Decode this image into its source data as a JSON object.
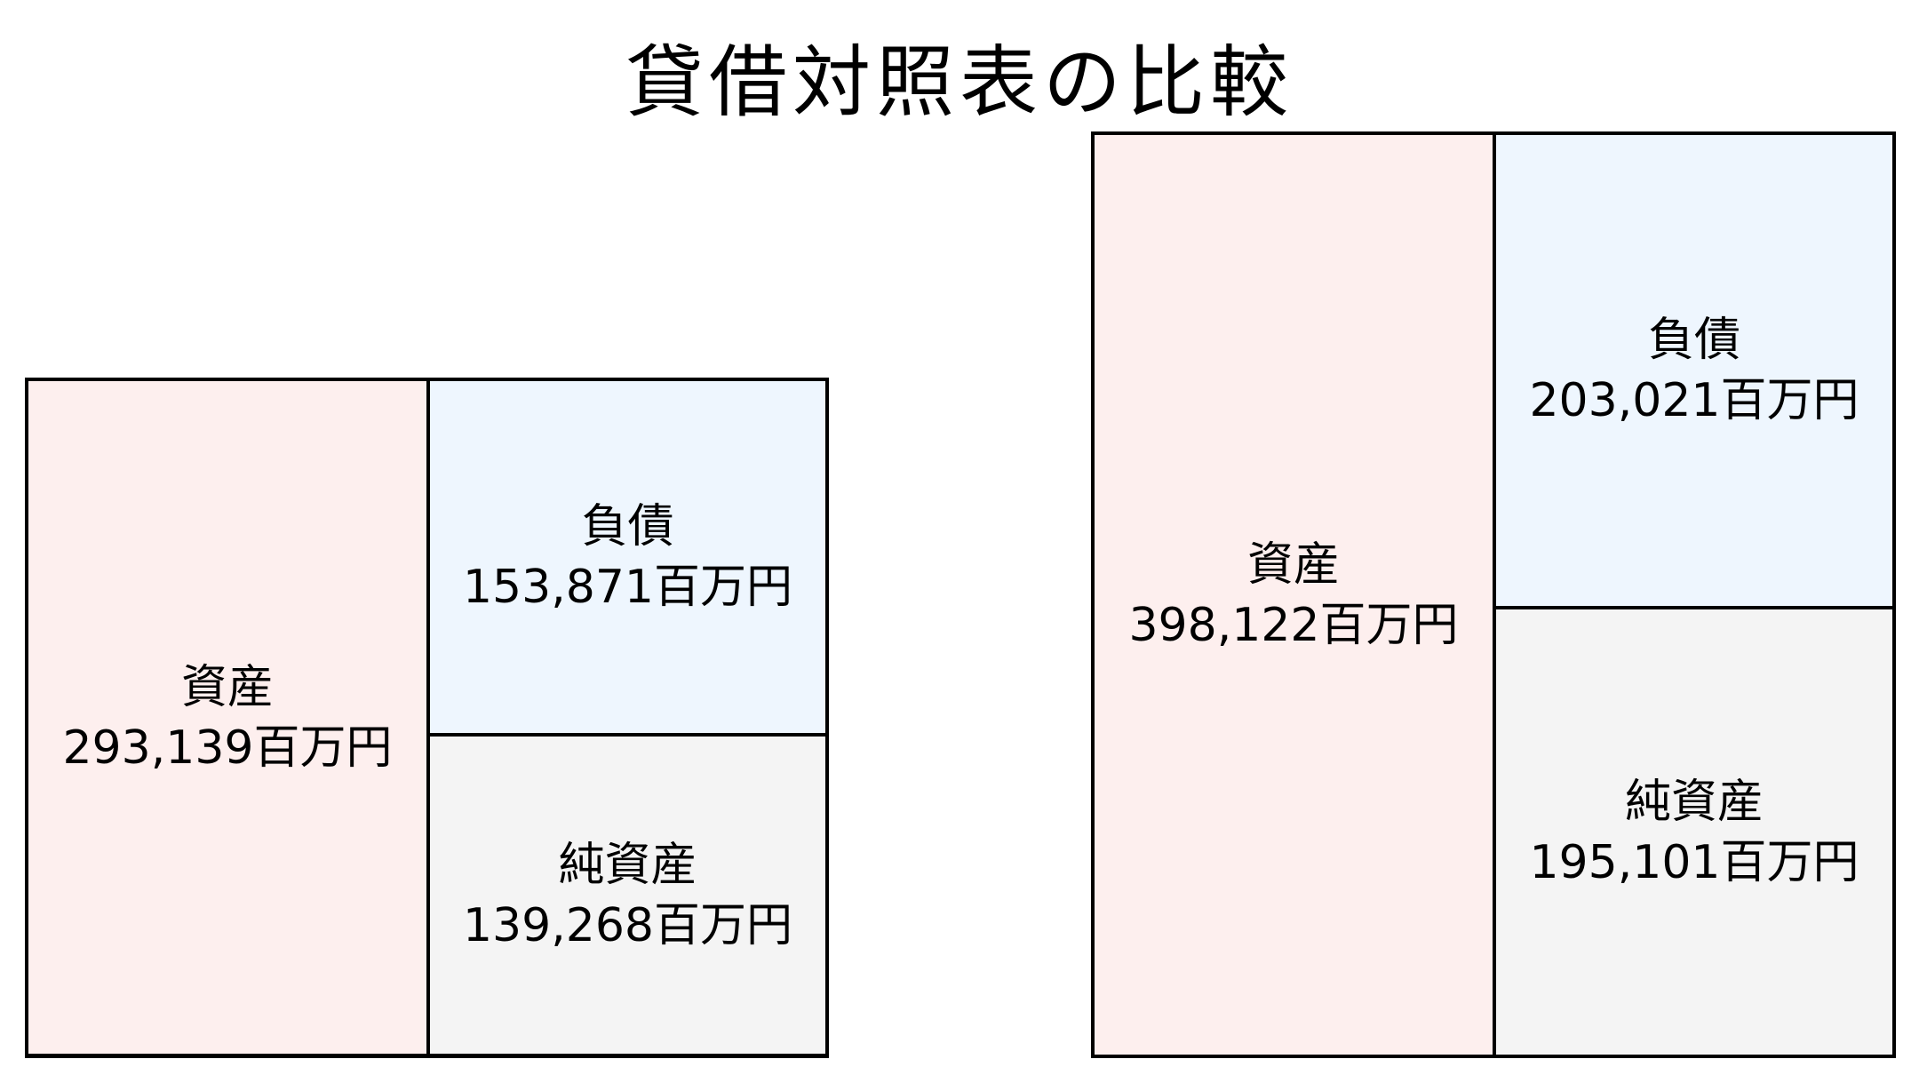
{
  "title": "貸借対照表の比較",
  "colors": {
    "assets": "#fdefee",
    "liabilities": "#eef6fe",
    "net_assets": "#f4f4f4",
    "border": "#000000"
  },
  "left": {
    "assets": {
      "label": "資産",
      "value": "293,139百万円"
    },
    "liabilities": {
      "label": "負債",
      "value": "153,871百万円"
    },
    "net_assets": {
      "label": "純資産",
      "value": "139,268百万円"
    }
  },
  "right": {
    "assets": {
      "label": "資産",
      "value": "398,122百万円"
    },
    "liabilities": {
      "label": "負債",
      "value": "203,021百万円"
    },
    "net_assets": {
      "label": "純資産",
      "value": "195,101百万円"
    }
  },
  "chart_data": [
    {
      "type": "table",
      "title": "貸借対照表の比較",
      "subtitle": "Balance sheet (left)",
      "unit": "百万円",
      "categories": [
        "資産",
        "負債",
        "純資産"
      ],
      "values": [
        293139,
        153871,
        139268
      ],
      "layout": "assets column on left; liabilities (top) and net assets (bottom) stacked on right, heights proportional"
    },
    {
      "type": "table",
      "title": "貸借対照表の比較",
      "subtitle": "Balance sheet (right)",
      "unit": "百万円",
      "categories": [
        "資産",
        "負債",
        "純資産"
      ],
      "values": [
        398122,
        203021,
        195101
      ],
      "layout": "assets column on left; liabilities (top) and net assets (bottom) stacked on right, heights proportional"
    }
  ]
}
